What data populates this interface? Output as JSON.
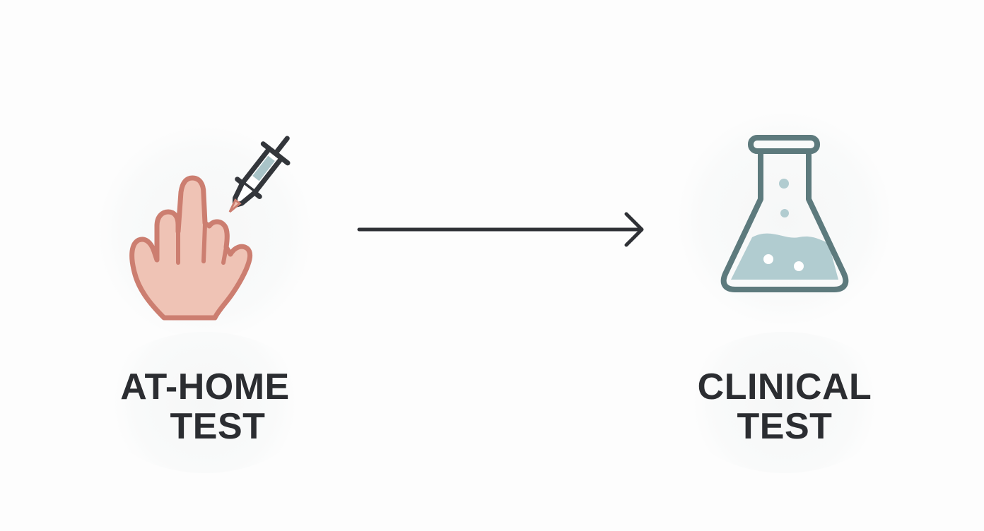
{
  "nodes": [
    {
      "id": "at-home",
      "icon": "finger-prick-lancet-icon",
      "label_line1": "AT-HOME",
      "label_line2": "TEST"
    },
    {
      "id": "clinical",
      "icon": "lab-flask-icon",
      "label_line1": "CLINICAL",
      "label_line2": "TEST"
    }
  ],
  "edge": {
    "from": "at-home",
    "to": "clinical",
    "icon": "arrow-right-icon"
  },
  "colors": {
    "background": "#fdfdfd",
    "text": "#2b2d31",
    "hand_fill": "#efc3b5",
    "hand_stroke": "#cc7e70",
    "lancet_stroke": "#33363b",
    "lancet_window": "#a9c4c8",
    "flask_stroke": "#5d7a7d",
    "flask_liquid": "#b1ccd0",
    "arrow": "#2f3136"
  }
}
